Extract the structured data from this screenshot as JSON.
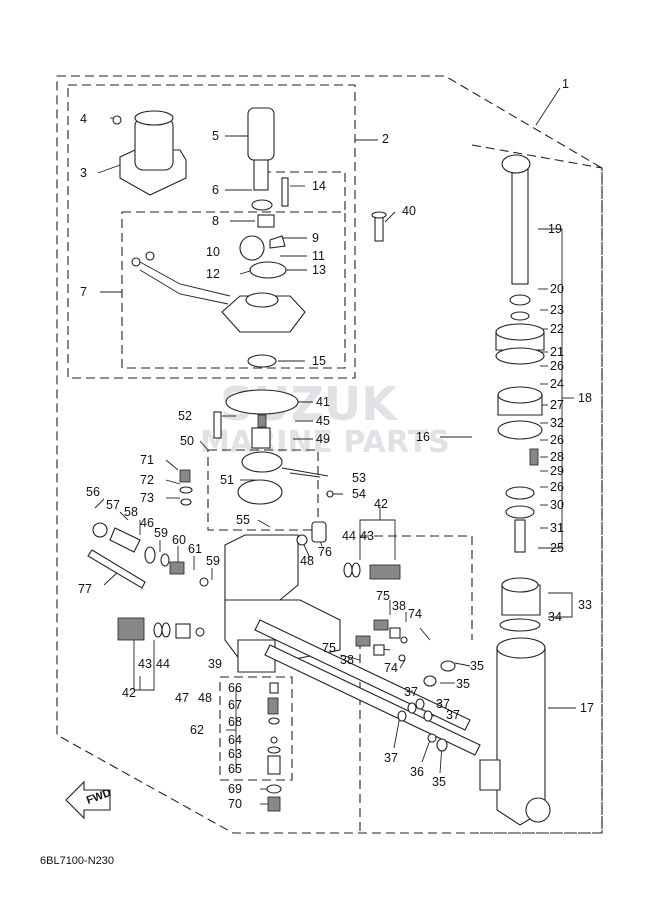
{
  "diagram": {
    "code": "6BL7100-N230",
    "fwd_label": "FWD",
    "watermark": {
      "line1": "SUZUK",
      "line2": "MARINE PARTS"
    },
    "callouts": [
      "1",
      "2",
      "3",
      "4",
      "5",
      "6",
      "7",
      "8",
      "9",
      "10",
      "11",
      "12",
      "13",
      "14",
      "15",
      "16",
      "17",
      "18",
      "19",
      "20",
      "21",
      "22",
      "23",
      "24",
      "25",
      "26",
      "27",
      "28",
      "29",
      "30",
      "31",
      "32",
      "33",
      "34",
      "35",
      "36",
      "37",
      "38",
      "39",
      "40",
      "41",
      "42",
      "43",
      "44",
      "45",
      "46",
      "47",
      "48",
      "49",
      "50",
      "51",
      "52",
      "53",
      "54",
      "55",
      "56",
      "57",
      "58",
      "59",
      "60",
      "61",
      "62",
      "63",
      "64",
      "65",
      "66",
      "67",
      "68",
      "69",
      "70",
      "71",
      "72",
      "73",
      "74",
      "75",
      "76",
      "77"
    ]
  }
}
